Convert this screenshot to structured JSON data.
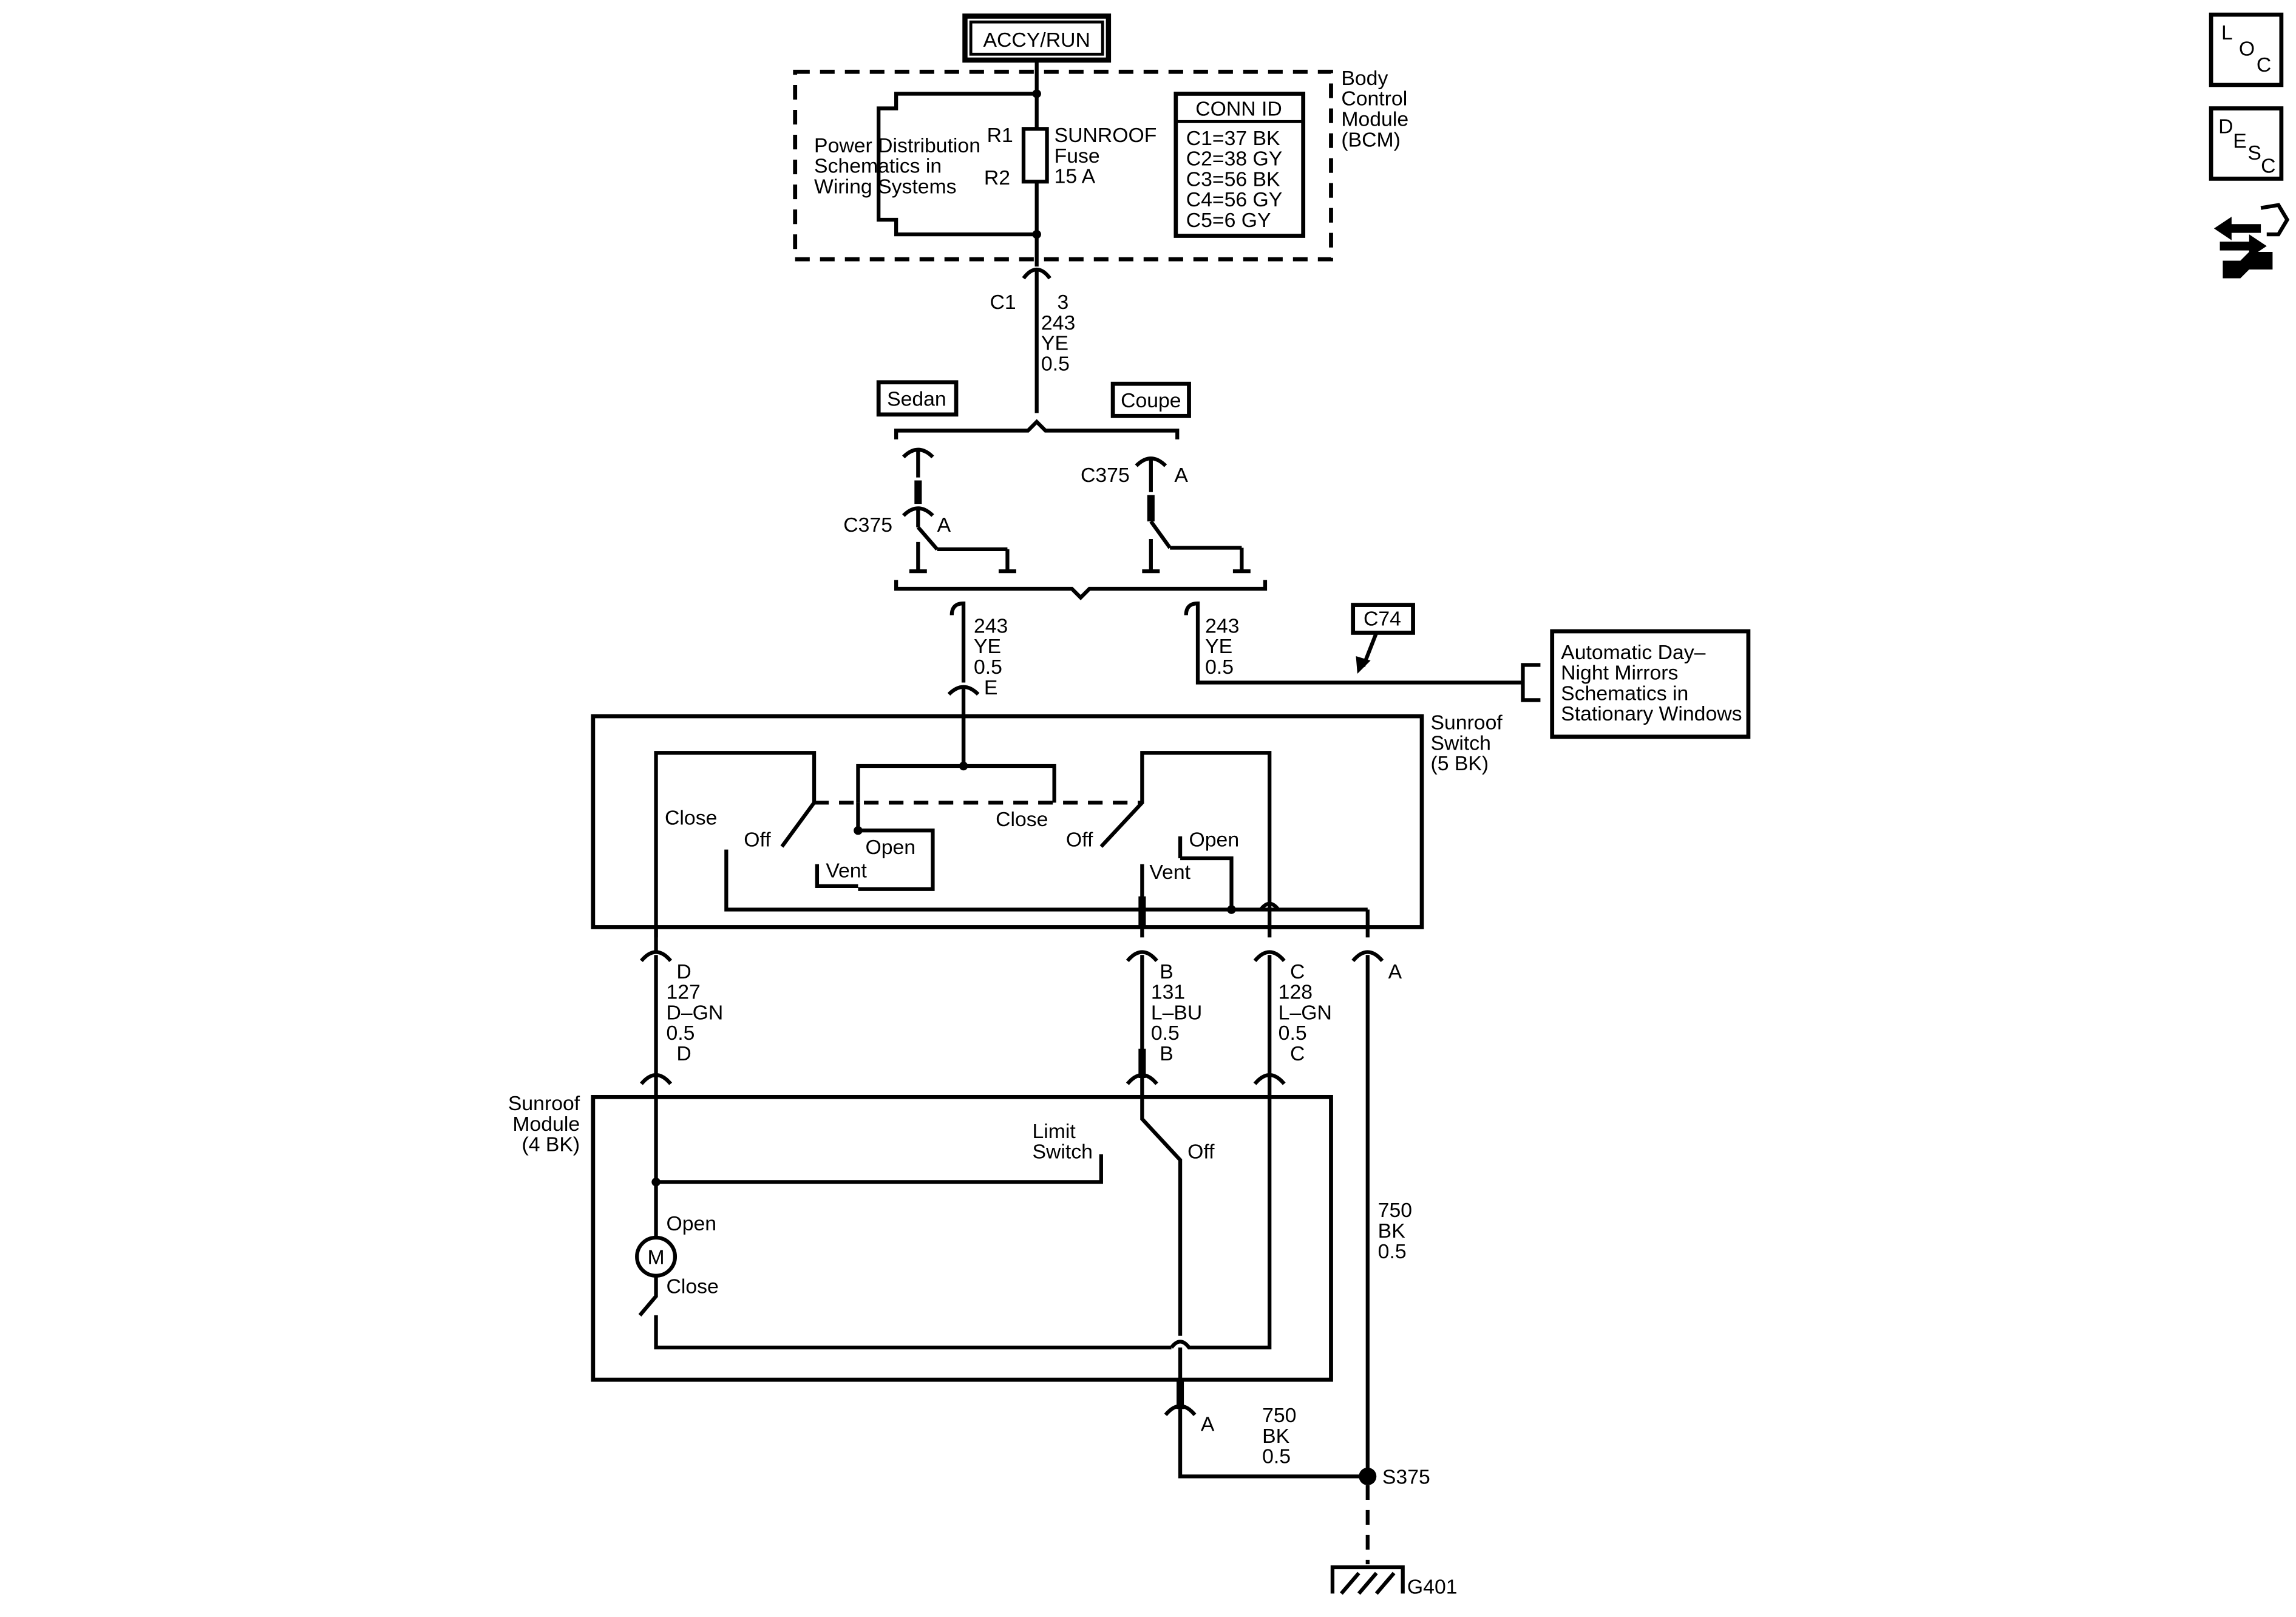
{
  "power_source": "ACCY/RUN",
  "bcm": {
    "name_lines": [
      "Body",
      "Control",
      "Module",
      "(BCM)"
    ],
    "pds_lines": [
      "Power Distribution",
      "Schematics in",
      "Wiring Systems"
    ],
    "r1": "R1",
    "r2": "R2",
    "fuse_lines": [
      "SUNROOF",
      "Fuse",
      "15 A"
    ],
    "conn_id_title": "CONN ID",
    "conn_ids": [
      "C1=37 BK",
      "C2=38 GY",
      "C3=56 BK",
      "C4=56 GY",
      "C5=6 GY"
    ]
  },
  "bcm_connector": {
    "name": "C1",
    "pin": "3"
  },
  "wire_243_main": [
    "243",
    "YE",
    "0.5"
  ],
  "variants": {
    "sedan": "Sedan",
    "coupe": "Coupe"
  },
  "c375_sedan": {
    "name": "C375",
    "pin": "A"
  },
  "c375_coupe": {
    "name": "C375",
    "pin": "A"
  },
  "wire_243_switch": [
    "243",
    "YE",
    "0.5"
  ],
  "wire_243_mirror": [
    "243",
    "YE",
    "0.5"
  ],
  "c74_label": "C74",
  "mirror_box_lines": [
    "Automatic Day–",
    "Night Mirrors",
    "Schematics in",
    "Stationary Windows"
  ],
  "switch_input_pin": "E",
  "sunroof_switch": {
    "name_lines": [
      "Sunroof",
      "Switch",
      "(5 BK)"
    ],
    "left_close": "Close",
    "left_off": "Off",
    "left_open": "Open",
    "left_vent": "Vent",
    "right_close": "Close",
    "right_off": "Off",
    "right_open": "Open",
    "right_vent": "Vent"
  },
  "switch_pins": {
    "d": "D",
    "b": "B",
    "c": "C",
    "a": "A"
  },
  "wire_d": [
    "127",
    "D–GN",
    "0.5"
  ],
  "wire_b": [
    "131",
    "L–BU",
    "0.5"
  ],
  "wire_c": [
    "128",
    "L–GN",
    "0.5"
  ],
  "module_pins": {
    "d": "D",
    "b": "B",
    "c": "C"
  },
  "sunroof_module": {
    "name_lines": [
      "Sunroof",
      "Module",
      "(4 BK)"
    ],
    "limit_switch_lines": [
      "Limit",
      "Switch"
    ],
    "off": "Off",
    "motor": "M",
    "open": "Open",
    "close": "Close"
  },
  "module_ground_pin": "A",
  "wire_750_switch": [
    "750",
    "BK",
    "0.5"
  ],
  "wire_750_module": [
    "750",
    "BK",
    "0.5"
  ],
  "splice": "S375",
  "ground": "G401",
  "side_icons": {
    "loc": [
      "L",
      "O",
      "C"
    ],
    "desc": [
      "D",
      "E",
      "S",
      "C"
    ],
    "swap_icon": "connector-swap-icon"
  }
}
